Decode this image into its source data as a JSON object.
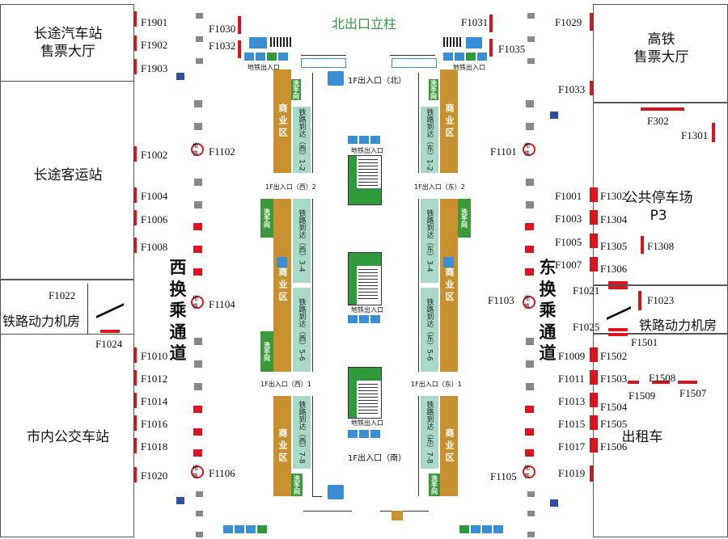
{
  "west_rooms": {
    "long_bus": "长途汽车站\n售票大厅",
    "long_passenger": "长途客运站",
    "rail_power": "铁路动力机房",
    "city_bus": "市内公交车站"
  },
  "east_rooms": {
    "hsr_ticket": "高铁\n售票大厅",
    "parking": "公共停车场\nP3",
    "rail_power": "铁路动力机房",
    "taxi": "出租车"
  },
  "corridor_titles": {
    "west": "西换乘通道",
    "east": "东换乘通道",
    "north_pillar": "北出口立柱"
  },
  "exits": {
    "north": "1F出入口（北）",
    "south": "1F出入口（南）",
    "west2": "1F出入口（西）2",
    "east2": "1F出入口（东）2",
    "west1": "1F出入口（西）1",
    "east1": "1F出入口（东）1"
  },
  "zones": {
    "commerce": "商业区",
    "washroom": "洗手间",
    "arrive_w12": "铁路到达（西）1-2",
    "arrive_e12": "铁路到达（东）1-2",
    "arrive_w34": "铁路到达（西）3-4",
    "arrive_w56": "铁路到达（西）5-6",
    "arrive_e34": "铁路到达（东）3-4",
    "arrive_e56": "铁路到达（东）5-6",
    "arrive_w78": "铁路到达（西）7-8",
    "arrive_e78": "铁路到达（东）7-8",
    "metro_entrance": "地铁出入口"
  },
  "codes_west": [
    "F1901",
    "F1902",
    "F1903",
    "F1002",
    "F1004",
    "F1006",
    "F1008",
    "F1022",
    "F1024",
    "F1010",
    "F1012",
    "F1014",
    "F1016",
    "F1018",
    "F1020"
  ],
  "codes_west_inner": [
    "F1030",
    "F1032",
    "F1102",
    "F1104",
    "F1106"
  ],
  "codes_east": [
    "F1031",
    "F1035",
    "F1029",
    "F1033",
    "F302",
    "F1301",
    "F1101",
    "F1001",
    "F1302",
    "F1003",
    "F1304",
    "F1005",
    "F1305",
    "F1308",
    "F1007",
    "F1306",
    "F1021",
    "F1023",
    "F1103",
    "F1025",
    "F1501",
    "F1009",
    "F1502",
    "F1011",
    "F1503",
    "F1508",
    "F1509",
    "F1507",
    "F1013",
    "F1504",
    "F1015",
    "F1505",
    "F1017",
    "F1506",
    "F1105",
    "F1019"
  ],
  "metro_symbol": "地铁"
}
